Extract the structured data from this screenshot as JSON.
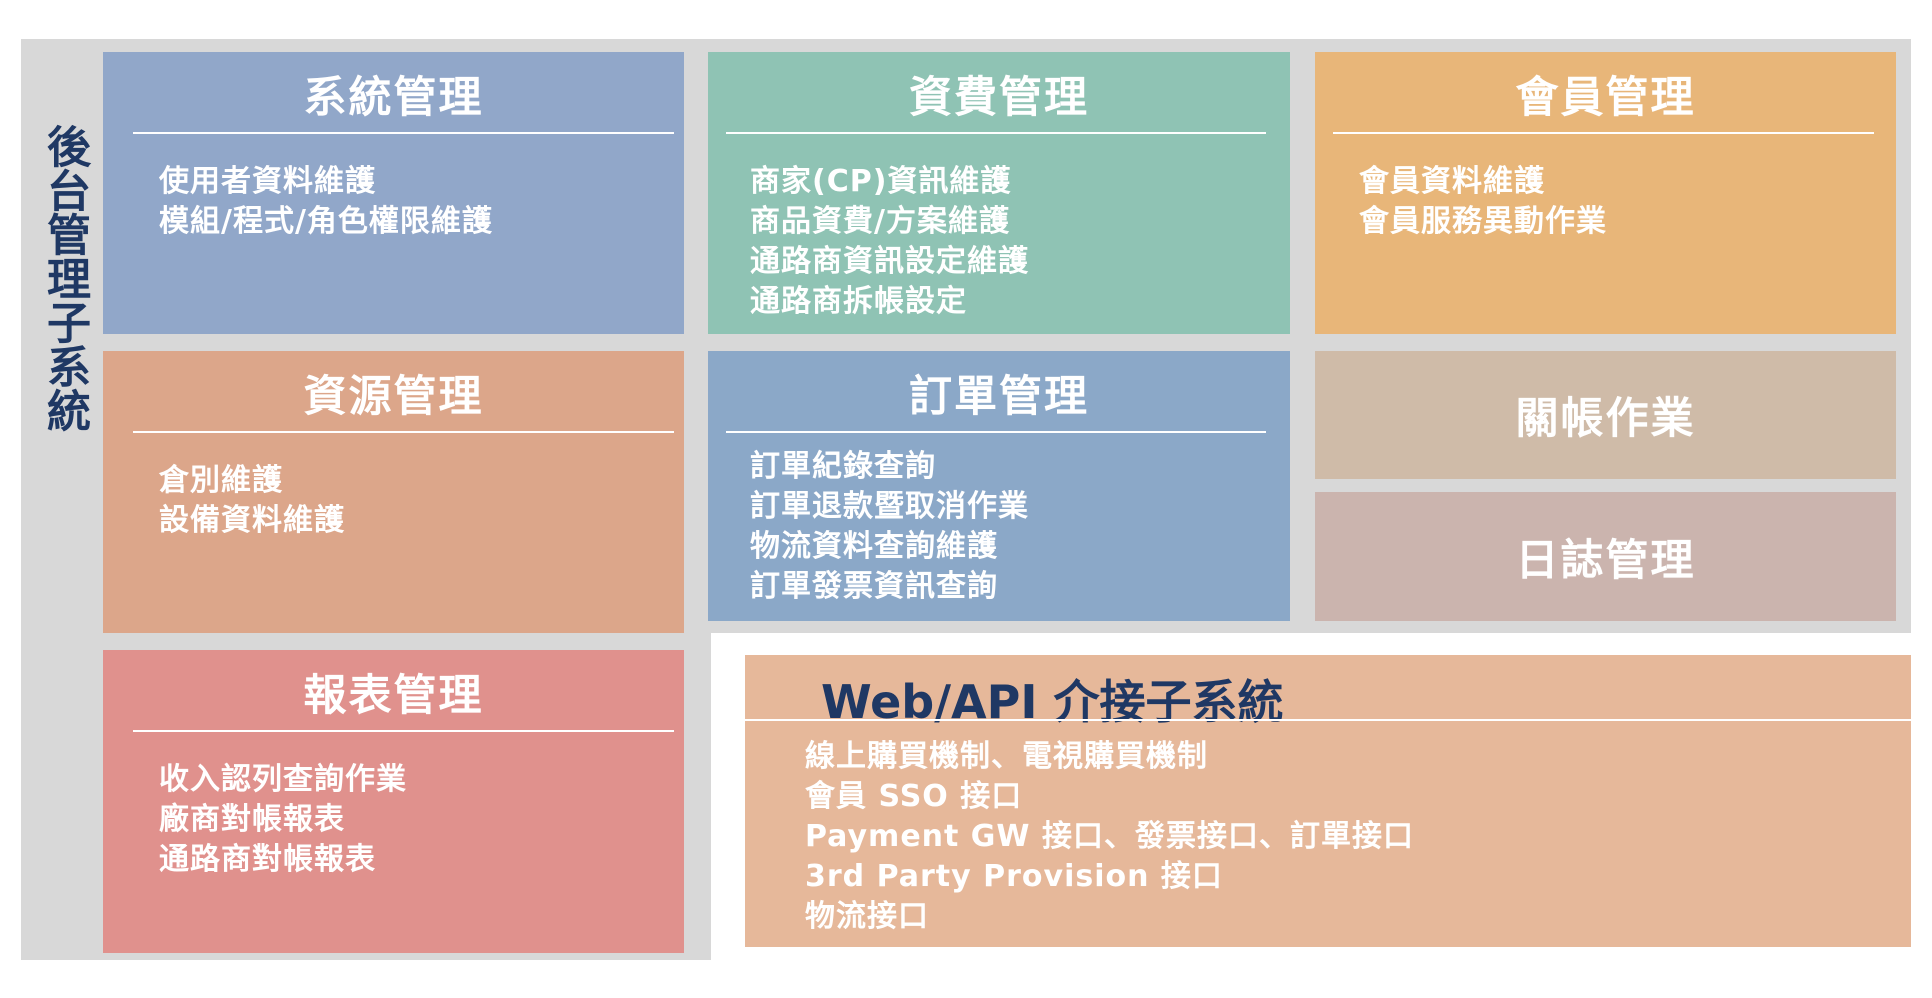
{
  "side_title": "後台管理子系統",
  "colors": {
    "frame": "#d8d8d8",
    "side_title": "#1f3864",
    "system": "#91a7c9",
    "billing": "#8fc3b4",
    "member": "#e8b679",
    "resource": "#dca68a",
    "order": "#8ba8c8",
    "closing": "#cfbba8",
    "log": "#cbb4ae",
    "report": "#e0918d",
    "web_api": "#e6b89a"
  },
  "boxes": {
    "system": {
      "title": "系統管理",
      "items": [
        "使用者資料維護",
        "模組/程式/角色權限維護"
      ]
    },
    "billing": {
      "title": "資費管理",
      "items": [
        "商家(CP)資訊維護",
        "商品資費/方案維護",
        "通路商資訊設定維護",
        "通路商拆帳設定"
      ]
    },
    "member": {
      "title": "會員管理",
      "items": [
        "會員資料維護",
        "會員服務異動作業"
      ]
    },
    "resource": {
      "title": "資源管理",
      "items": [
        "倉別維護",
        "設備資料維護"
      ]
    },
    "order": {
      "title": "訂單管理",
      "items": [
        "訂單紀錄查詢",
        "訂單退款暨取消作業",
        "物流資料查詢維護",
        "訂單發票資訊查詢"
      ]
    },
    "closing": {
      "title": "關帳作業"
    },
    "log": {
      "title": "日誌管理"
    },
    "report": {
      "title": "報表管理",
      "items": [
        "收入認列查詢作業",
        "廠商對帳報表",
        "通路商對帳報表"
      ]
    },
    "web_api": {
      "title": "Web/API 介接子系統",
      "items": [
        "線上購買機制、電視購買機制",
        "會員 SSO 接口",
        "Payment GW 接口、發票接口、訂單接口",
        "3rd Party Provision 接口",
        "物流接口"
      ]
    }
  }
}
